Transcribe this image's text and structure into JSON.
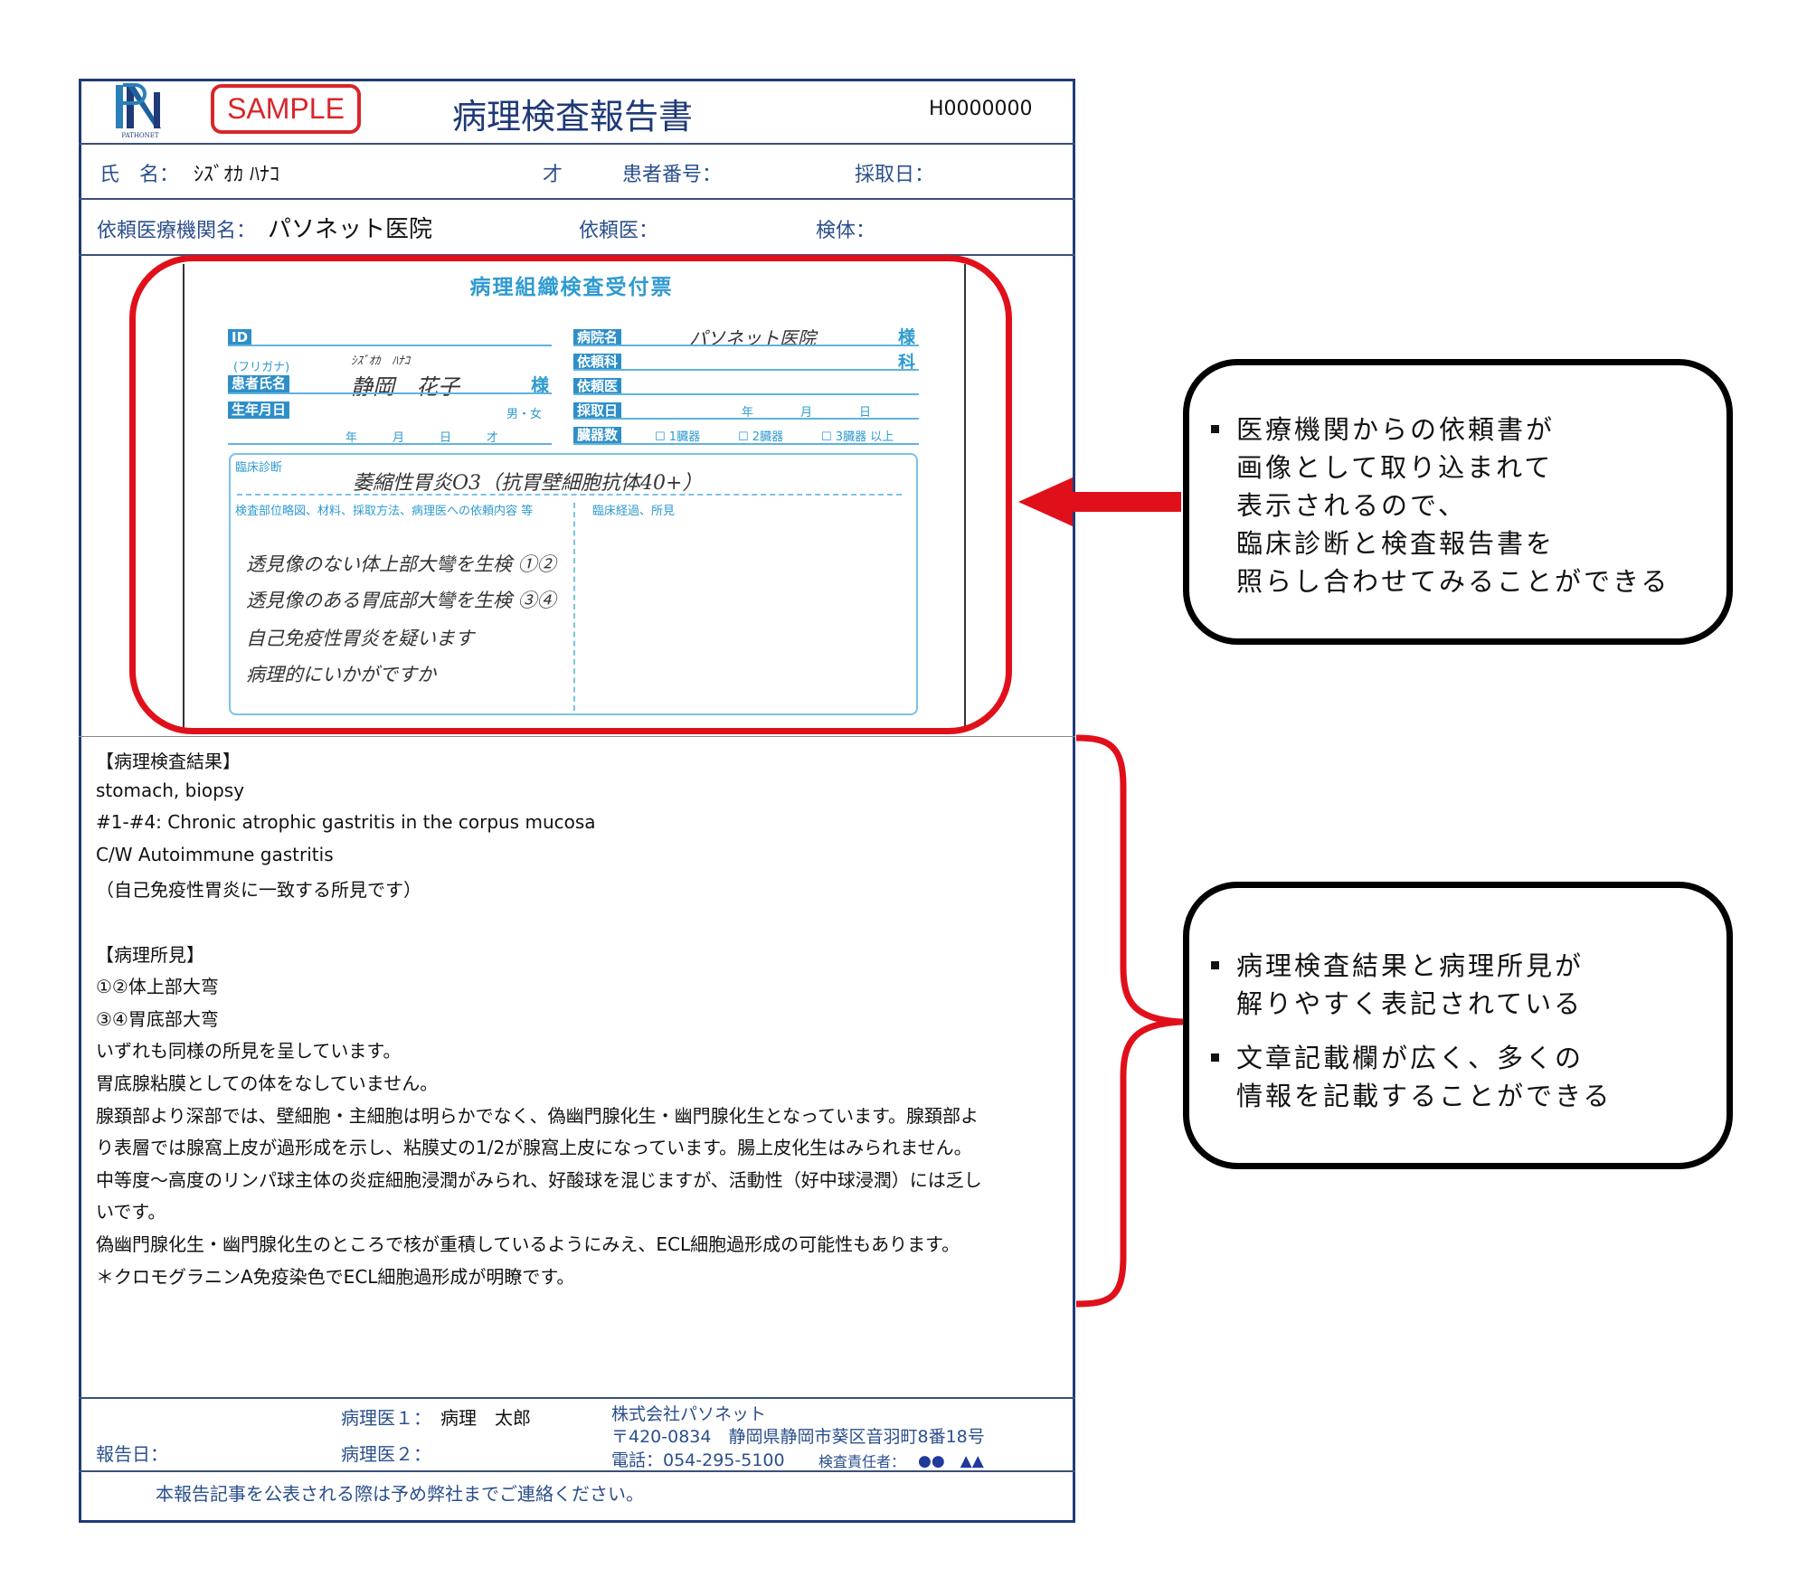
{
  "report": {
    "logo_text": "PATHONET",
    "sample_stamp": "SAMPLE",
    "title": "病理検査報告書",
    "report_id": "H0000000",
    "name_label": "氏　名：",
    "name_value": "ｼｽﾞｵｶ ﾊﾅｺ",
    "age_unit": "才",
    "patient_no_label": "患者番号：",
    "collection_date_label": "採取日：",
    "institution_label": "依頼医療機関名：",
    "institution_value": "パソネット医院",
    "requesting_doctor_label": "依頼医：",
    "specimen_label": "検体：",
    "results_lines": [
      "【病理検査結果】",
      "stomach, biopsy",
      "#1-#4: Chronic atrophic gastritis in the corpus mucosa",
      "C/W Autoimmune gastritis",
      "（自己免疫性胃炎に一致する所見です）",
      "",
      "【病理所見】",
      "①②体上部大弯",
      "③④胃底部大弯",
      "いずれも同様の所見を呈しています。",
      "胃底腺粘膜としての体をなしていません。",
      "腺頚部より深部では、壁細胞・主細胞は明らかでなく、偽幽門腺化生・幽門腺化生となっています。腺頚部よ",
      "り表層では腺窩上皮が過形成を示し、粘膜丈の1/2が腺窩上皮になっています。腸上皮化生はみられません。",
      "中等度～高度のリンパ球主体の炎症細胞浸潤がみられ、好酸球を混じますが、活動性（好中球浸潤）には乏し",
      "いです。",
      "偽幽門腺化生・幽門腺化生のところで核が重積しているようにみえ、ECL細胞過形成の可能性もあります。",
      "＊クロモグラニンA免疫染色でECL細胞過形成が明瞭です。"
    ],
    "footer": {
      "report_date_label": "報告日：",
      "pathologist1_label": "病理医１：",
      "pathologist1_value": "病理　太郎",
      "pathologist2_label": "病理医２：",
      "company": "株式会社パソネット",
      "address": "〒420-0834　静岡県静岡市葵区音羽町8番18号",
      "phone": "電話：054-295-5100",
      "responsible_label": "検査責任者：",
      "responsible_value": "●●　▲▲",
      "notice": "本報告記事を公表される際は予め弊社までご連絡ください。"
    }
  },
  "form": {
    "title": "病理組織検査受付票",
    "id_label": "ID",
    "furigana_label": "(フリガナ)",
    "furigana_value": "ｼｽﾞｵｶ　ﾊﾅｺ",
    "patient_name_label": "患者氏名",
    "patient_name_value": "静岡　花子",
    "sama": "様",
    "birthdate_label": "生年月日",
    "sex": "男・女",
    "date_parts": "年　　　月　　　日　　　才",
    "hospital_label": "病院名",
    "hospital_value": "パソネット医院",
    "department_label": "依頼科",
    "department_suffix": "科",
    "doctor_label": "依頼医",
    "collection_label": "採取日",
    "collection_parts": "年　　　　月　　　　日",
    "organs_label": "臓器数",
    "organ_options": [
      "1臓器",
      "2臓器",
      "3臓器 以上"
    ],
    "clinical_dx_label": "臨床診断",
    "clinical_dx_value": "萎縮性胃炎O3（抗胃壁細胞抗体40+）",
    "request_label": "検査部位略図、材料、採取方法、病理医への依頼内容 等",
    "course_label": "臨床経過、所見",
    "handwritten_lines": [
      "透見像のない体上部大彎を生検 ①②",
      "透見像のある胃底部大彎を生検 ③④",
      "自己免疫性胃炎を疑います",
      "病理的にいかがですか"
    ]
  },
  "callouts": [
    {
      "items": [
        "医療機関からの依頼書が\n画像として取り込まれて\n表示されるので、\n臨床診断と検査報告書を\n照らし合わせてみることができる"
      ]
    },
    {
      "items": [
        "病理検査結果と病理所見が\n解りやすく表記されている",
        "文章記載欄が広く、多くの\n情報を記載することができる"
      ]
    }
  ],
  "colors": {
    "navy": "#1f3a78",
    "red": "#e0101b",
    "teal": "#2e9bd0"
  }
}
